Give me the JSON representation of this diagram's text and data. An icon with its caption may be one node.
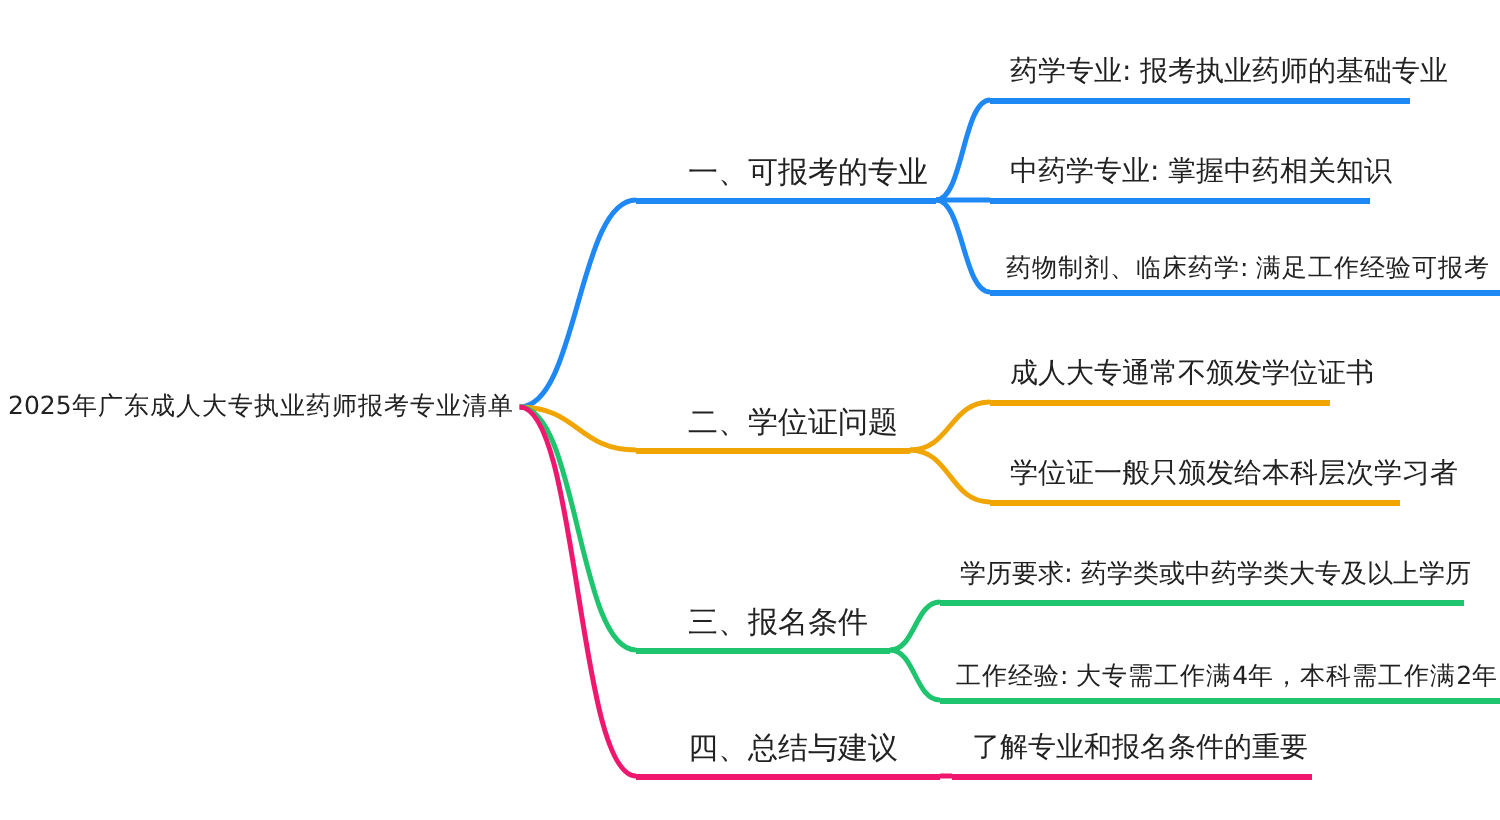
{
  "diagram": {
    "nodes": [
      {
        "text": [
          "2025年广东成人大专执业药师报考专业清单"
        ]
      },
      {
        "text": [
          "一、可报考的专业"
        ]
      },
      {
        "text": [
          "药学专业: 报考执业药师的基础专业"
        ]
      },
      {
        "text": [
          "中药学专业: 掌握中药相关知识"
        ]
      },
      {
        "text": [
          "药物制剂、临床药学: 满足工作经验可报考"
        ]
      },
      {
        "text": [
          "二、学位证问题"
        ]
      },
      {
        "text": [
          "成人大专通常不颁发学位证书"
        ]
      },
      {
        "text": [
          "学位证一般只颁发给本科层次学习者"
        ]
      },
      {
        "text": [
          "三、报名条件"
        ]
      },
      {
        "text": [
          "学历要求: 药学类或中药学类大专及以上学历"
        ]
      },
      {
        "text": [
          "工作经验: 大专需工作满4年，本科需工作满2年"
        ]
      },
      {
        "text": [
          "四、总结与建议"
        ]
      },
      {
        "text": [
          "了解专业和报名条件的重要"
        ]
      }
    ],
    "edges": [
      {
        "from": 0,
        "to": 1,
        "arrow": "none",
        "color": "#1e88f5"
      },
      {
        "from": 1,
        "to": 2,
        "arrow": "none",
        "color": "#1e88f5"
      },
      {
        "from": 1,
        "to": 3,
        "arrow": "none",
        "color": "#1e88f5"
      },
      {
        "from": 1,
        "to": 4,
        "arrow": "none",
        "color": "#1e88f5"
      },
      {
        "from": 0,
        "to": 5,
        "arrow": "none",
        "color": "#f0a500"
      },
      {
        "from": 5,
        "to": 6,
        "arrow": "none",
        "color": "#f0a500"
      },
      {
        "from": 5,
        "to": 7,
        "arrow": "none",
        "color": "#f0a500"
      },
      {
        "from": 0,
        "to": 8,
        "arrow": "none",
        "color": "#1ec46e"
      },
      {
        "from": 8,
        "to": 9,
        "arrow": "none",
        "color": "#1ec46e"
      },
      {
        "from": 8,
        "to": 10,
        "arrow": "none",
        "color": "#1ec46e"
      },
      {
        "from": 0,
        "to": 11,
        "arrow": "none",
        "color": "#f0186e"
      },
      {
        "from": 11,
        "to": 12,
        "arrow": "none",
        "color": "#f0186e"
      }
    ]
  }
}
